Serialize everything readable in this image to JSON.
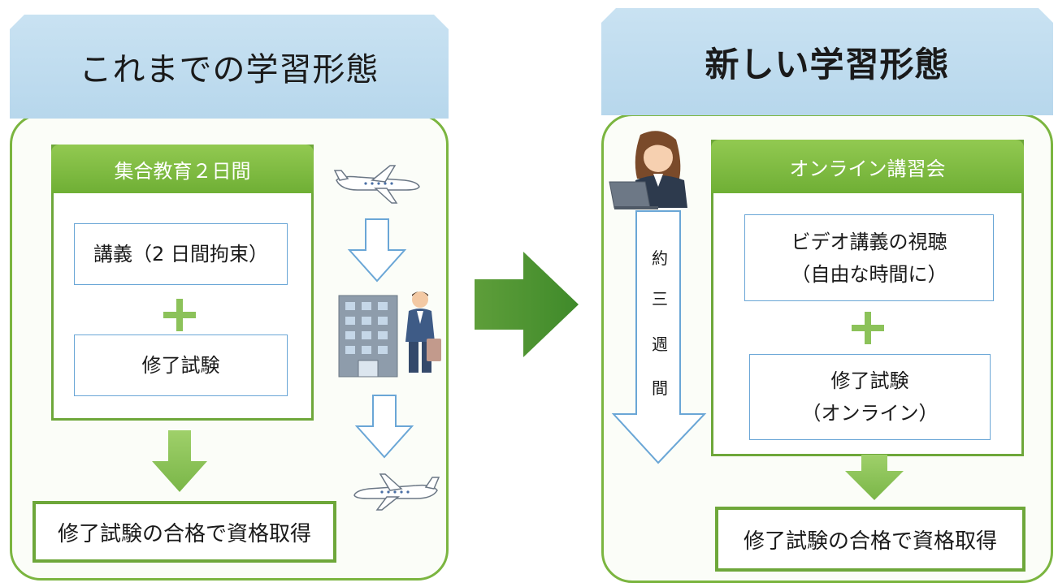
{
  "left": {
    "header": "これまでの学習形態",
    "box_title": "集合教育２日間",
    "item1": "講義（2 日間拘束）",
    "item2": "修了試験",
    "result": "修了試験の合格で資格取得"
  },
  "right": {
    "header": "新しい学習形態",
    "box_title": "オンライン講習会",
    "item1_line1": "ビデオ講義の視聴",
    "item1_line2": "（自由な時間に）",
    "item2_line1": "修了試験",
    "item2_line2": "（オンライン）",
    "result": "修了試験の合格で資格取得",
    "duration_chars": [
      "約",
      "三",
      "週",
      "間"
    ]
  },
  "icons": [
    "airplane-icon",
    "building-icon",
    "businessman-icon",
    "woman-laptop-icon"
  ],
  "colors": {
    "green": "#6ea73a",
    "header_blue": "#c0dcef",
    "arrow_blue": "#6aa6d6"
  }
}
